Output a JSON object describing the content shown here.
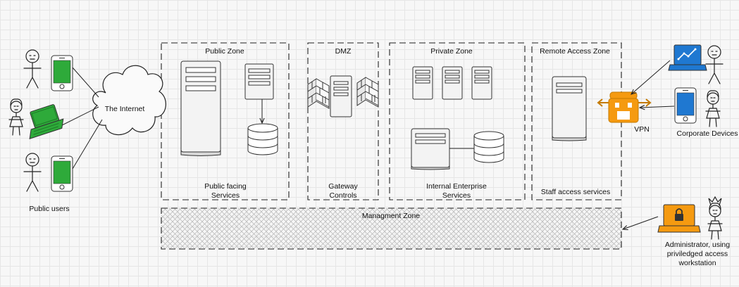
{
  "zones": {
    "public": "Public Zone",
    "dmz": "DMZ",
    "private": "Private Zone",
    "remote": "Remote Access Zone",
    "management": "Managment Zone"
  },
  "captions": {
    "public_services": [
      "Public facing",
      "Services"
    ],
    "gateway": [
      "Gateway",
      "Controls"
    ],
    "internal": [
      "Internal Enterprise",
      "Services"
    ],
    "staff": "Staff access services"
  },
  "labels": {
    "internet": "The Internet",
    "public_users": "Public users",
    "vpn": "VPN",
    "corporate_devices": "Corporate Devices",
    "administrator": [
      "Administrator, using",
      "priviledged access",
      "workstation"
    ]
  },
  "colors": {
    "green_device": "#2eaa3a",
    "blue_device": "#1f78d1",
    "orange_accent": "#f59a10"
  }
}
